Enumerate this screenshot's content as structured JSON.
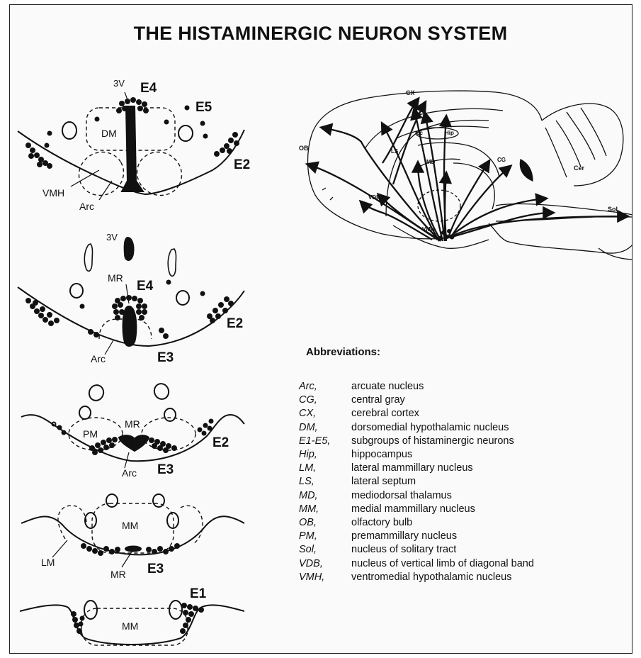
{
  "title": "THE HISTAMINERGIC NEURON SYSTEM",
  "sections": {
    "s1": {
      "v3": "3V",
      "e4": "E4",
      "e5": "E5",
      "dm": "DM",
      "e2": "E2",
      "vmh": "VMH",
      "arc": "Arc"
    },
    "s2": {
      "v3": "3V",
      "mr": "MR",
      "e4": "E4",
      "e2": "E2",
      "arc": "Arc",
      "e3": "E3"
    },
    "s3": {
      "pm": "PM",
      "mr": "MR",
      "e2": "E2",
      "arc": "Arc",
      "e3": "E3"
    },
    "s4": {
      "mm": "MM",
      "lm": "LM",
      "mr": "MR",
      "e3": "E3"
    },
    "s5": {
      "e1": "E1",
      "mm": "MM"
    }
  },
  "sagittal": {
    "cx": "CX",
    "ob": "OB",
    "cc": "cc",
    "hip": "Hip",
    "ls": "LS",
    "md": "MD",
    "cg": "CG",
    "cer": "Cer",
    "vdb": "VDB",
    "vmh": "VMH",
    "sol": "Sol"
  },
  "abbreviations": {
    "heading": "Abbreviations:",
    "items": [
      {
        "abbr": "Arc,",
        "meaning": "arcuate nucleus"
      },
      {
        "abbr": "CG,",
        "meaning": "central gray"
      },
      {
        "abbr": "CX,",
        "meaning": "cerebral cortex"
      },
      {
        "abbr": "DM,",
        "meaning": "dorsomedial hypothalamic nucleus"
      },
      {
        "abbr": "E1-E5,",
        "meaning": "subgroups of histaminergic neurons"
      },
      {
        "abbr": "Hip,",
        "meaning": "hippocampus"
      },
      {
        "abbr": "LM,",
        "meaning": "lateral mammillary nucleus"
      },
      {
        "abbr": "LS,",
        "meaning": "lateral septum"
      },
      {
        "abbr": "MD,",
        "meaning": "mediodorsal thalamus"
      },
      {
        "abbr": "MM,",
        "meaning": "medial mammillary nucleus"
      },
      {
        "abbr": "OB,",
        "meaning": "olfactory bulb"
      },
      {
        "abbr": "PM,",
        "meaning": "premammillary nucleus"
      },
      {
        "abbr": "Sol,",
        "meaning": "nucleus of solitary tract"
      },
      {
        "abbr": "VDB,",
        "meaning": "nucleus of vertical limb of diagonal band"
      },
      {
        "abbr": "VMH,",
        "meaning": "ventromedial hypothalamic nucleus"
      }
    ]
  }
}
